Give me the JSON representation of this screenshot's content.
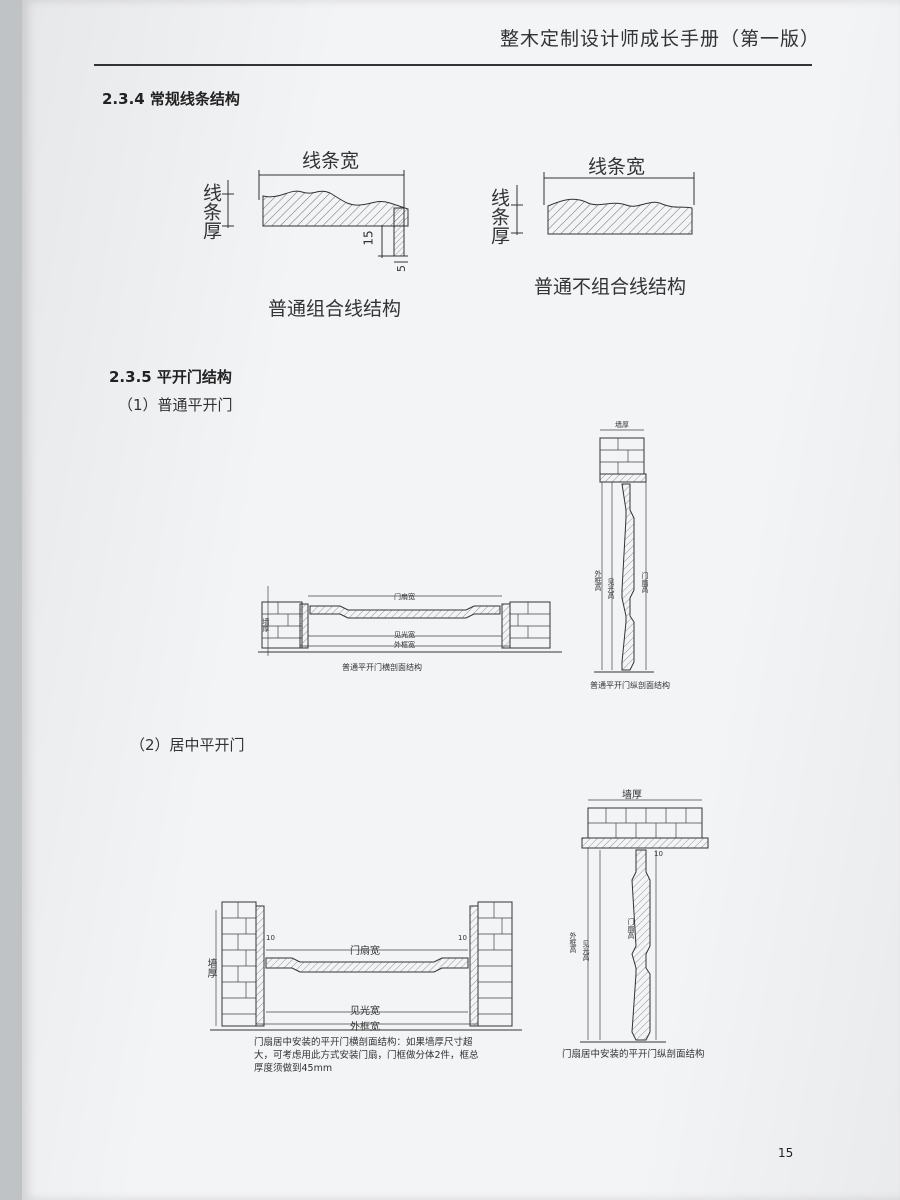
{
  "header": {
    "title": "整木定制设计师成长手册（第一版）"
  },
  "sections": {
    "s234": {
      "heading": "2.3.4 常规线条结构"
    },
    "s235": {
      "heading": "2.3.5 平开门结构",
      "item1": "（1）普通平开门",
      "item2": "（2）居中平开门"
    }
  },
  "fig1": {
    "left": {
      "width_label": "线条宽",
      "thick_label": "线条厚",
      "dim15": "15",
      "dim5": "5",
      "caption": "普通组合线结构"
    },
    "right": {
      "width_label": "线条宽",
      "thick_label": "线条厚",
      "caption": "普通不组合线结构"
    }
  },
  "fig2": {
    "left": {
      "caption": "普通平开门横剖面结构",
      "dim_leaf": "门扇宽",
      "dim_clear": "见光宽",
      "dim_outer": "外框宽",
      "dim_wall": "墙厚"
    },
    "right": {
      "caption": "普通平开门纵剖面结构",
      "dim_top": "墙厚",
      "dim_a": "外框高",
      "dim_b": "见光高",
      "dim_c": "门扇高"
    }
  },
  "fig3": {
    "left": {
      "dim_leaf": "门扇宽",
      "dim_clear": "见光宽",
      "dim_outer": "外框宽",
      "dim_wall": "墙厚",
      "dim10a": "10",
      "dim10b": "10",
      "note": "门扇居中安装的平开门横剖面结构：如果墙厚尺寸超大，可考虑用此方式安装门扇，门框做分体2件，框总厚度须做到45mm"
    },
    "right": {
      "caption": "门扇居中安装的平开门纵剖面结构",
      "dim_top": "墙厚",
      "dim_a": "外框高",
      "dim_b": "见光高",
      "dim_c": "门扇高",
      "dim10": "10"
    }
  },
  "footer": {
    "page_number": "15"
  },
  "colors": {
    "paper": "#f3f4f6",
    "ink": "#333333",
    "background": "#bfc3c6"
  }
}
